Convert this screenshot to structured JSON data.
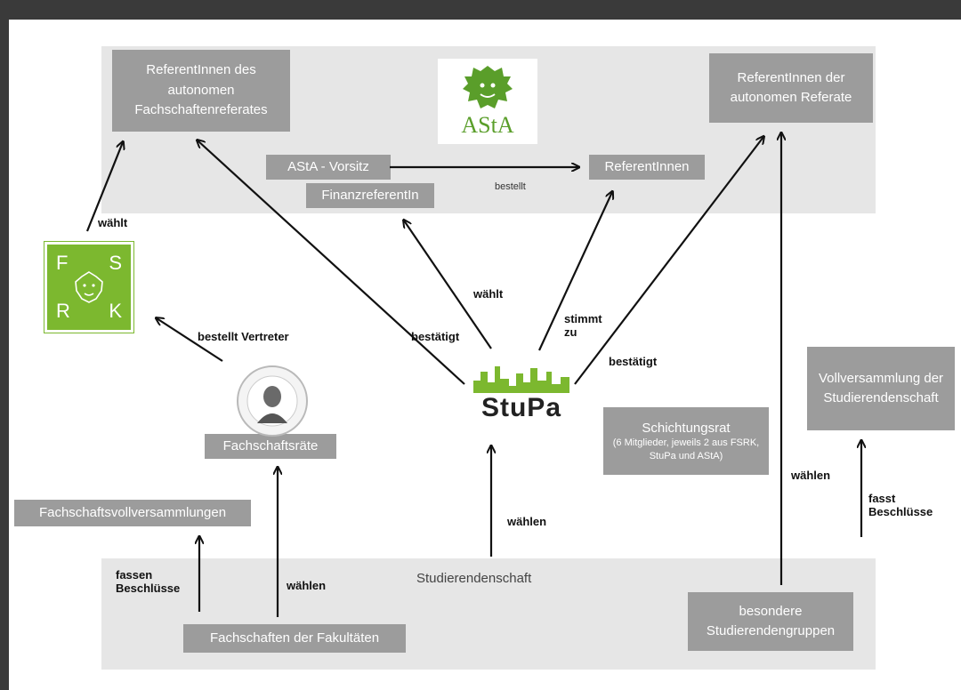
{
  "boxes": {
    "ref_fachschaften": "ReferentInnen des autonomen Fachschaftenreferates",
    "ref_autonom": "ReferentInnen der autonomen Referate",
    "asta_vorsitz": "AStA - Vorsitz",
    "finanzreferentin": "FinanzreferentIn",
    "referentinnen": "ReferentInnen",
    "fachschaftsraete": "Fachschaftsräte",
    "fachschaftsvollversammlungen": "Fachschaftsvollversammlungen",
    "fachschaften_fakultaeten": "Fachschaften der Fakultäten",
    "schichtungsrat_title": "Schichtungsrat",
    "schichtungsrat_sub": "(6 Mitglieder, jeweils 2 aus FSRK, StuPa und AStA)",
    "vollversammlung": "Vollversammlung der Studierendenschaft",
    "besondere": "besondere Studierendengruppen",
    "studierendenschaft": "Studierendenschaft"
  },
  "labels": {
    "waehlt_fsrk": "wählt",
    "bestellt": "bestellt",
    "bestellt_vertreter": "bestellt Vertreter",
    "waehlt_stupa": "wählt",
    "stimmt_zu": "stimmt zu",
    "bestaetigt_left": "bestätigt",
    "bestaetigt_right": "bestätigt",
    "waehlen_stupa": "wählen",
    "waehlen_fs": "wählen",
    "fassen_beschluesse": "fassen Beschlüsse",
    "waehlen_right": "wählen",
    "fasst_beschluesse": "fasst Beschlüsse"
  },
  "logos": {
    "asta_text": "AStA",
    "stupa_text": "StuPa",
    "fsrk_letters": [
      "F",
      "S",
      "R",
      "K"
    ]
  },
  "colors": {
    "box_gray": "#9c9c9c",
    "band_gray": "#e6e6e6",
    "green": "#7cb82f",
    "asta_green": "#5a9e2a"
  }
}
